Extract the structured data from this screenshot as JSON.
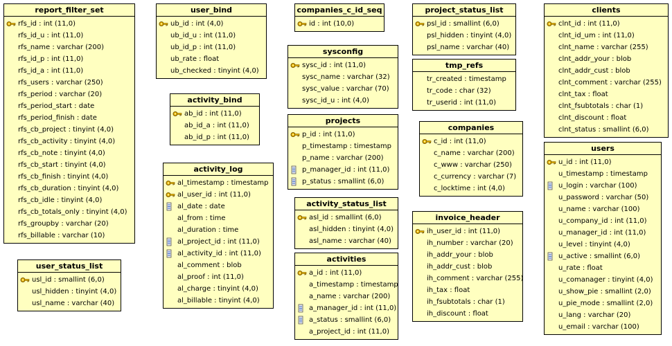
{
  "colors": {
    "table_fill": "#ffffc0",
    "border": "#000000",
    "key_gold": "#d9a400"
  },
  "tables": [
    {
      "id": "report_filter_set",
      "name": "report_filter_set",
      "columns": [
        {
          "text": "rfs_id : int (11,0)",
          "icon": "primary-key-icon"
        },
        {
          "text": "rfs_id_u : int (11,0)",
          "icon": ""
        },
        {
          "text": "rfs_name : varchar (200)",
          "icon": ""
        },
        {
          "text": "rfs_id_p : int (11,0)",
          "icon": ""
        },
        {
          "text": "rfs_id_a : int (11,0)",
          "icon": ""
        },
        {
          "text": "rfs_users : varchar (250)",
          "icon": ""
        },
        {
          "text": "rfs_period : varchar (20)",
          "icon": ""
        },
        {
          "text": "rfs_period_start : date",
          "icon": ""
        },
        {
          "text": "rfs_period_finish : date",
          "icon": ""
        },
        {
          "text": "rfs_cb_project : tinyint (4,0)",
          "icon": ""
        },
        {
          "text": "rfs_cb_activity : tinyint (4,0)",
          "icon": ""
        },
        {
          "text": "rfs_cb_note : tinyint (4,0)",
          "icon": ""
        },
        {
          "text": "rfs_cb_start : tinyint (4,0)",
          "icon": ""
        },
        {
          "text": "rfs_cb_finish : tinyint (4,0)",
          "icon": ""
        },
        {
          "text": "rfs_cb_duration : tinyint (4,0)",
          "icon": ""
        },
        {
          "text": "rfs_cb_idle : tinyint (4,0)",
          "icon": ""
        },
        {
          "text": "rfs_cb_totals_only : tinyint (4,0)",
          "icon": ""
        },
        {
          "text": "rfs_groupby : varchar (20)",
          "icon": ""
        },
        {
          "text": "rfs_billable : varchar (10)",
          "icon": ""
        }
      ]
    },
    {
      "id": "user_status_list",
      "name": "user_status_list",
      "columns": [
        {
          "text": "usl_id : smallint (6,0)",
          "icon": "primary-key-icon"
        },
        {
          "text": "usl_hidden : tinyint (4,0)",
          "icon": ""
        },
        {
          "text": "usl_name : varchar (40)",
          "icon": ""
        }
      ]
    },
    {
      "id": "user_bind",
      "name": "user_bind",
      "columns": [
        {
          "text": "ub_id : int (4,0)",
          "icon": "primary-key-icon"
        },
        {
          "text": "ub_id_u : int (11,0)",
          "icon": ""
        },
        {
          "text": "ub_id_p : int (11,0)",
          "icon": ""
        },
        {
          "text": "ub_rate : float",
          "icon": ""
        },
        {
          "text": "ub_checked : tinyint (4,0)",
          "icon": ""
        }
      ]
    },
    {
      "id": "activity_bind",
      "name": "activity_bind",
      "columns": [
        {
          "text": "ab_id : int (11,0)",
          "icon": "primary-key-icon"
        },
        {
          "text": "ab_id_a : int (11,0)",
          "icon": ""
        },
        {
          "text": "ab_id_p : int (11,0)",
          "icon": ""
        }
      ]
    },
    {
      "id": "activity_log",
      "name": "activity_log",
      "columns": [
        {
          "text": "al_timestamp : timestamp",
          "icon": "primary-key-icon"
        },
        {
          "text": "al_user_id : int (11,0)",
          "icon": "primary-key-icon"
        },
        {
          "text": "al_date : date",
          "icon": "index-icon"
        },
        {
          "text": "al_from : time",
          "icon": ""
        },
        {
          "text": "al_duration : time",
          "icon": ""
        },
        {
          "text": "al_project_id : int (11,0)",
          "icon": "index-icon"
        },
        {
          "text": "al_activity_id : int (11,0)",
          "icon": "index-icon"
        },
        {
          "text": "al_comment : blob",
          "icon": ""
        },
        {
          "text": "al_proof : int (11,0)",
          "icon": ""
        },
        {
          "text": "al_charge : tinyint (4,0)",
          "icon": ""
        },
        {
          "text": "al_billable : tinyint (4,0)",
          "icon": ""
        }
      ]
    },
    {
      "id": "companies_c_id_seq",
      "name": "companies_c_id_seq",
      "columns": [
        {
          "text": "id : int (10,0)",
          "icon": "primary-key-icon"
        }
      ]
    },
    {
      "id": "sysconfig",
      "name": "sysconfig",
      "columns": [
        {
          "text": "sysc_id : int (11,0)",
          "icon": "primary-key-icon"
        },
        {
          "text": "sysc_name : varchar (32)",
          "icon": ""
        },
        {
          "text": "sysc_value : varchar (70)",
          "icon": ""
        },
        {
          "text": "sysc_id_u : int (4,0)",
          "icon": ""
        }
      ]
    },
    {
      "id": "projects",
      "name": "projects",
      "columns": [
        {
          "text": "p_id : int (11,0)",
          "icon": "primary-key-icon"
        },
        {
          "text": "p_timestamp : timestamp",
          "icon": ""
        },
        {
          "text": "p_name : varchar (200)",
          "icon": ""
        },
        {
          "text": "p_manager_id : int (11,0)",
          "icon": "index-icon"
        },
        {
          "text": "p_status : smallint (6,0)",
          "icon": "index-icon"
        }
      ]
    },
    {
      "id": "activity_status_list",
      "name": "activity_status_list",
      "columns": [
        {
          "text": "asl_id : smallint (6,0)",
          "icon": "primary-key-icon"
        },
        {
          "text": "asl_hidden : tinyint (4,0)",
          "icon": ""
        },
        {
          "text": "asl_name : varchar (40)",
          "icon": ""
        }
      ]
    },
    {
      "id": "activities",
      "name": "activities",
      "columns": [
        {
          "text": "a_id : int (11,0)",
          "icon": "primary-key-icon"
        },
        {
          "text": "a_timestamp : timestamp",
          "icon": ""
        },
        {
          "text": "a_name : varchar (200)",
          "icon": ""
        },
        {
          "text": "a_manager_id : int (11,0)",
          "icon": "index-icon"
        },
        {
          "text": "a_status : smallint (6,0)",
          "icon": "index-icon"
        },
        {
          "text": "a_project_id : int (11,0)",
          "icon": ""
        }
      ]
    },
    {
      "id": "project_status_list",
      "name": "project_status_list",
      "columns": [
        {
          "text": "psl_id : smallint (6,0)",
          "icon": "primary-key-icon"
        },
        {
          "text": "psl_hidden : tinyint (4,0)",
          "icon": ""
        },
        {
          "text": "psl_name : varchar (40)",
          "icon": ""
        }
      ]
    },
    {
      "id": "tmp_refs",
      "name": "tmp_refs",
      "columns": [
        {
          "text": "tr_created : timestamp",
          "icon": ""
        },
        {
          "text": "tr_code : char (32)",
          "icon": ""
        },
        {
          "text": "tr_userid : int (11,0)",
          "icon": ""
        }
      ]
    },
    {
      "id": "companies",
      "name": "companies",
      "columns": [
        {
          "text": "c_id : int (11,0)",
          "icon": "primary-key-icon"
        },
        {
          "text": "c_name : varchar (200)",
          "icon": ""
        },
        {
          "text": "c_www : varchar (250)",
          "icon": ""
        },
        {
          "text": "c_currency : varchar (7)",
          "icon": ""
        },
        {
          "text": "c_locktime : int (4,0)",
          "icon": ""
        }
      ]
    },
    {
      "id": "invoice_header",
      "name": "invoice_header",
      "columns": [
        {
          "text": "ih_user_id : int (11,0)",
          "icon": "primary-key-icon"
        },
        {
          "text": "ih_number : varchar (20)",
          "icon": ""
        },
        {
          "text": "ih_addr_your : blob",
          "icon": ""
        },
        {
          "text": "ih_addr_cust : blob",
          "icon": ""
        },
        {
          "text": "ih_comment : varchar (255)",
          "icon": ""
        },
        {
          "text": "ih_tax : float",
          "icon": ""
        },
        {
          "text": "ih_fsubtotals : char (1)",
          "icon": ""
        },
        {
          "text": "ih_discount : float",
          "icon": ""
        }
      ]
    },
    {
      "id": "clients",
      "name": "clients",
      "columns": [
        {
          "text": "clnt_id : int (11,0)",
          "icon": "primary-key-icon"
        },
        {
          "text": "clnt_id_um : int (11,0)",
          "icon": ""
        },
        {
          "text": "clnt_name : varchar (255)",
          "icon": ""
        },
        {
          "text": "clnt_addr_your : blob",
          "icon": ""
        },
        {
          "text": "clnt_addr_cust : blob",
          "icon": ""
        },
        {
          "text": "clnt_comment : varchar (255)",
          "icon": ""
        },
        {
          "text": "clnt_tax : float",
          "icon": ""
        },
        {
          "text": "clnt_fsubtotals : char (1)",
          "icon": ""
        },
        {
          "text": "clnt_discount : float",
          "icon": ""
        },
        {
          "text": "clnt_status : smallint (6,0)",
          "icon": ""
        }
      ]
    },
    {
      "id": "users",
      "name": "users",
      "columns": [
        {
          "text": "u_id : int (11,0)",
          "icon": "primary-key-icon"
        },
        {
          "text": "u_timestamp : timestamp",
          "icon": ""
        },
        {
          "text": "u_login : varchar (100)",
          "icon": "index-icon"
        },
        {
          "text": "u_password : varchar (50)",
          "icon": ""
        },
        {
          "text": "u_name : varchar (100)",
          "icon": ""
        },
        {
          "text": "u_company_id : int (11,0)",
          "icon": ""
        },
        {
          "text": "u_manager_id : int (11,0)",
          "icon": ""
        },
        {
          "text": "u_level : tinyint (4,0)",
          "icon": ""
        },
        {
          "text": "u_active : smallint (6,0)",
          "icon": "index-icon"
        },
        {
          "text": "u_rate : float",
          "icon": ""
        },
        {
          "text": "u_comanager : tinyint (4,0)",
          "icon": ""
        },
        {
          "text": "u_show_pie : smallint (2,0)",
          "icon": ""
        },
        {
          "text": "u_pie_mode : smallint (2,0)",
          "icon": ""
        },
        {
          "text": "u_lang : varchar (20)",
          "icon": ""
        },
        {
          "text": "u_email : varchar (100)",
          "icon": ""
        }
      ]
    }
  ]
}
